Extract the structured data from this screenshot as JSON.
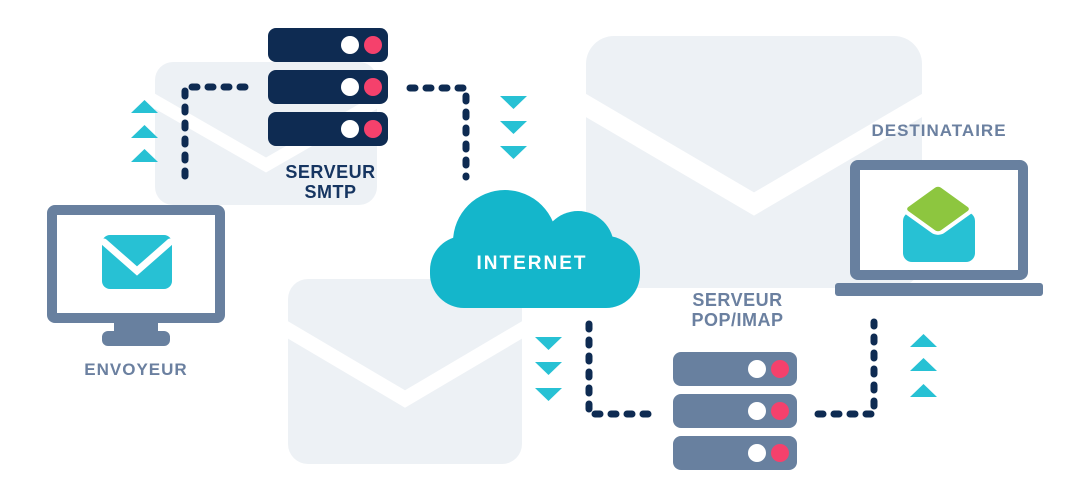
{
  "diagram_type": "email-flow-infographic",
  "nodes": {
    "sender": {
      "label": "ENVOYEUR",
      "icon": "monitor-with-closed-envelope-icon"
    },
    "smtp": {
      "label_line1": "SERVEUR",
      "label_line2": "SMTP",
      "icon": "server-stack-icon",
      "unit_count": 3
    },
    "internet": {
      "label": "INTERNET",
      "icon": "cloud-icon"
    },
    "pop_imap": {
      "label_line1": "SERVEUR",
      "label_line2": "POP/IMAP",
      "icon": "server-stack-icon",
      "unit_count": 3
    },
    "recipient": {
      "label": "DESTINATAIRE",
      "icon": "laptop-with-open-envelope-icon"
    }
  },
  "connections": [
    {
      "from": "sender",
      "to": "smtp",
      "style": "dashed",
      "arrow_direction": "up",
      "arrow_count": 3
    },
    {
      "from": "smtp",
      "to": "internet",
      "style": "dashed",
      "arrow_direction": "down",
      "arrow_count": 3
    },
    {
      "from": "internet",
      "to": "pop_imap",
      "style": "dashed",
      "arrow_direction": "down",
      "arrow_count": 3
    },
    {
      "from": "pop_imap",
      "to": "recipient",
      "style": "dashed",
      "arrow_direction": "up",
      "arrow_count": 3
    }
  ],
  "colors": {
    "navy": "#0E2B52",
    "slate": "#68809F",
    "teal_icon": "#27C1D4",
    "teal_cloud": "#14B6CB",
    "pink_led": "#F5416C",
    "green_flap": "#8DC63F",
    "background_envelope": "#EDF1F5",
    "label_text": "#6B80A0",
    "smtp_label_text": "#163561",
    "cloud_text": "#FFFFFF"
  }
}
